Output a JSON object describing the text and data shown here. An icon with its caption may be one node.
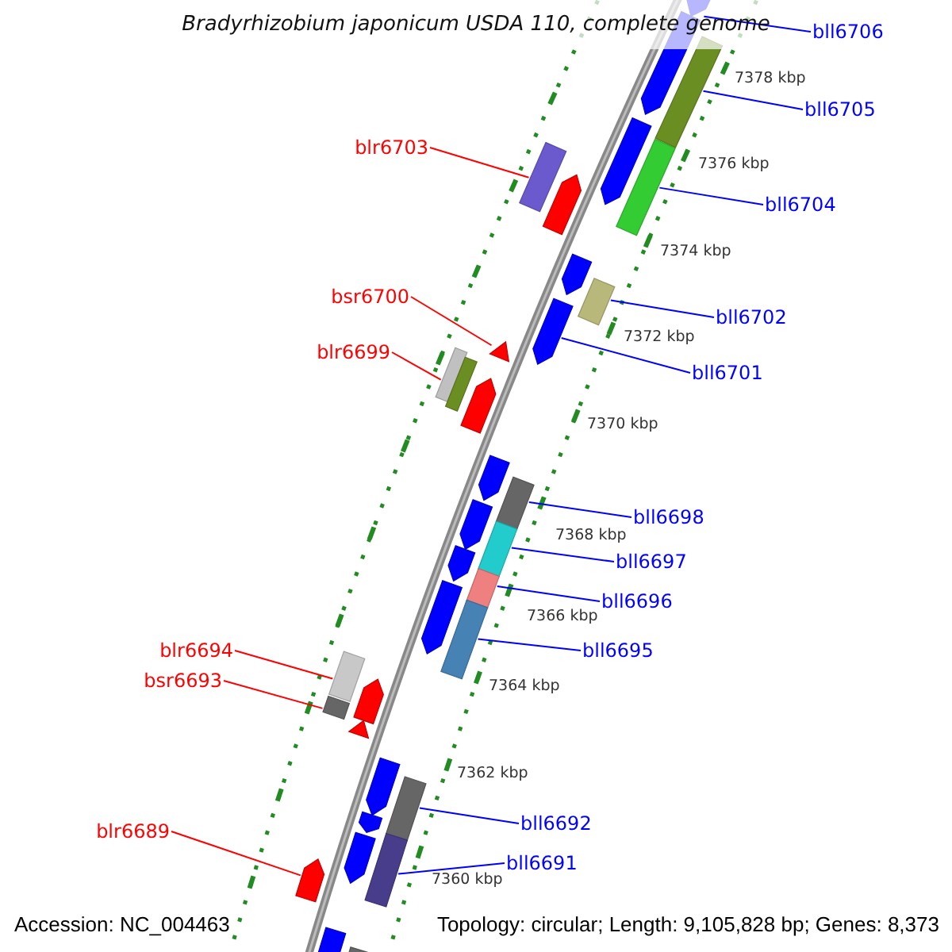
{
  "diagram": {
    "title": "Bradyrhizobium japonicum USDA 110, complete genome",
    "nodes": [
      {
        "text": [
          "bll6706"
        ]
      },
      {
        "text": [
          "bll6705"
        ]
      },
      {
        "text": [
          "blr6703"
        ]
      },
      {
        "text": [
          "bll6704"
        ]
      },
      {
        "text": [
          "bsr6700"
        ]
      },
      {
        "text": [
          "bll6702"
        ]
      },
      {
        "text": [
          "blr6699"
        ]
      },
      {
        "text": [
          "bll6701"
        ]
      },
      {
        "text": [
          "bll6698"
        ]
      },
      {
        "text": [
          "bll6697"
        ]
      },
      {
        "text": [
          "bll6696"
        ]
      },
      {
        "text": [
          "blr6694"
        ]
      },
      {
        "text": [
          "bll6695"
        ]
      },
      {
        "text": [
          "bsr6693"
        ]
      },
      {
        "text": [
          "bll6692"
        ]
      },
      {
        "text": [
          "blr6689"
        ]
      },
      {
        "text": [
          "bll6691"
        ]
      },
      {
        "text": [],
        "shape": "arrow"
      },
      {
        "text": [],
        "shape": "arrow"
      },
      {
        "text": [],
        "shape": "arrow"
      },
      {
        "text": [],
        "shape": "arrow"
      },
      {
        "text": [],
        "shape": "arrow"
      },
      {
        "text": [],
        "shape": "arrow"
      },
      {
        "text": [],
        "shape": "arrow"
      },
      {
        "text": [],
        "shape": "arrow"
      },
      {
        "text": [],
        "shape": "arrow"
      },
      {
        "text": [],
        "shape": "arrow"
      },
      {
        "text": [],
        "shape": "arrow"
      },
      {
        "text": [],
        "shape": "arrow"
      },
      {
        "text": [],
        "shape": "arrow"
      },
      {
        "text": [],
        "shape": "arrow"
      },
      {
        "text": [],
        "shape": "arrow"
      },
      {
        "text": [],
        "shape": "arrow"
      },
      {
        "text": [],
        "shape": "arrow"
      },
      {
        "text": [],
        "shape": "arrow"
      },
      {
        "text": [],
        "shape": "arrow"
      }
    ],
    "edges": [
      {
        "from": 0,
        "to": 17,
        "arrow": "none"
      },
      {
        "from": 1,
        "to": 18,
        "arrow": "none"
      },
      {
        "from": 2,
        "to": 20,
        "arrow": "none",
        "color": "#ff0000"
      },
      {
        "from": 3,
        "to": 19,
        "arrow": "none"
      },
      {
        "from": 4,
        "to": 23,
        "arrow": "none",
        "color": "#ff0000"
      },
      {
        "from": 5,
        "to": 21,
        "arrow": "none"
      },
      {
        "from": 6,
        "to": 24,
        "arrow": "none",
        "color": "#ff0000"
      },
      {
        "from": 7,
        "to": 22,
        "arrow": "none"
      },
      {
        "from": 8,
        "to": 25,
        "arrow": "none"
      },
      {
        "from": 9,
        "to": 26,
        "arrow": "none"
      },
      {
        "from": 10,
        "to": 27,
        "arrow": "none"
      },
      {
        "from": 11,
        "to": 29,
        "arrow": "none",
        "color": "#ff0000"
      },
      {
        "from": 12,
        "to": 28,
        "arrow": "none"
      },
      {
        "from": 13,
        "to": 30,
        "arrow": "none",
        "color": "#ff0000"
      },
      {
        "from": 14,
        "to": 31,
        "arrow": "none"
      },
      {
        "from": 15,
        "to": 34,
        "arrow": "none",
        "color": "#ff0000"
      },
      {
        "from": 16,
        "to": 33,
        "arrow": "none"
      }
    ],
    "labels": [
      "7378 kbp",
      "7376 kbp",
      "7374 kbp",
      "7372 kbp",
      "7370 kbp",
      "7368 kbp",
      "7366 kbp",
      "7364 kbp",
      "7362 kbp",
      "7360 kbp",
      "Accession: NC_004463",
      "Topology: circular; Length: 9,105,828 bp; Genes: 8,373"
    ]
  }
}
